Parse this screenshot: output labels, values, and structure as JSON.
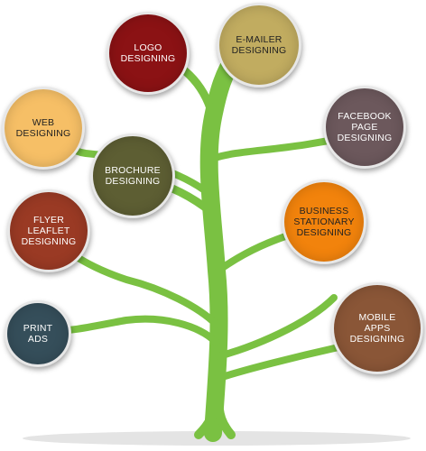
{
  "colors": {
    "trunk": "#7ac142",
    "trunk_dark": "#5f9e2f",
    "shadow": "#d9d9d9"
  },
  "nodes": [
    {
      "id": "logo",
      "lines": [
        "LOGO",
        "DESIGNING"
      ],
      "fill": "#8b1214",
      "text": "#ffffff"
    },
    {
      "id": "emailer",
      "lines": [
        "E-MAILER",
        "DESIGNING"
      ],
      "fill": "#c1ac60",
      "text": "#222222"
    },
    {
      "id": "web",
      "lines": [
        "WEB",
        "DESIGNING"
      ],
      "fill": "#f6bf66",
      "text": "#222222"
    },
    {
      "id": "facebook",
      "lines": [
        "FACEBOOK",
        "PAGE",
        "DESIGNING"
      ],
      "fill": "#6c585c",
      "text": "#ffffff"
    },
    {
      "id": "brochure",
      "lines": [
        "BROCHURE",
        "DESIGNING"
      ],
      "fill": "#5d5e33",
      "text": "#ffffff"
    },
    {
      "id": "flyer",
      "lines": [
        "FLYER",
        "LEAFLET",
        "DESIGNING"
      ],
      "fill": "#9a3a24",
      "text": "#ffffff"
    },
    {
      "id": "business",
      "lines": [
        "BUSINESS",
        "STATIONARY",
        "DESIGNING"
      ],
      "fill": "#f2830c",
      "text": "#222222"
    },
    {
      "id": "print",
      "lines": [
        "PRINT",
        "ADS"
      ],
      "fill": "#354e5a",
      "text": "#ffffff"
    },
    {
      "id": "mobile",
      "lines": [
        "MOBILE",
        "APPS",
        "DESIGNING"
      ],
      "fill": "#8a5637",
      "text": "#ffffff"
    }
  ]
}
